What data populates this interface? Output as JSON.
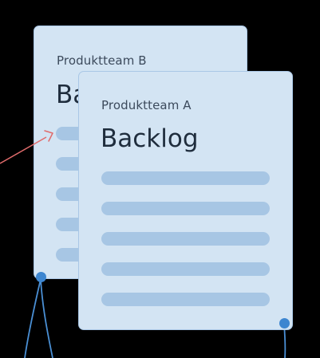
{
  "cards": [
    {
      "id": "card-b",
      "team": "Produktteam B",
      "title": "Backlog",
      "line_count": 5
    },
    {
      "id": "card-a",
      "team": "Produktteam A",
      "title": "Backlog",
      "line_count": 5
    }
  ],
  "colors": {
    "background": "#000000",
    "card_fill": "#d3e4f3",
    "card_border": "#a9c7e6",
    "line_fill": "#a7c6e4",
    "connector": "#4a8fd4",
    "arrow": "#e06b6b",
    "team_text": "#3c4a5c",
    "title_text": "#1f2d3d"
  }
}
